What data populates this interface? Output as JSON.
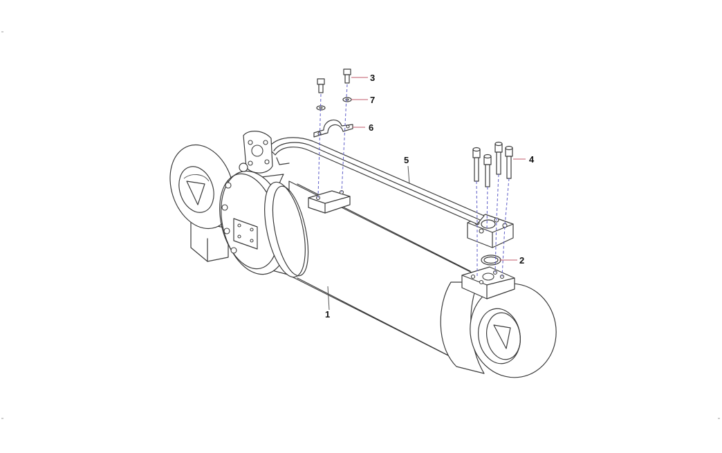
{
  "diagram": {
    "callouts": [
      {
        "id": "1",
        "label": "1"
      },
      {
        "id": "2",
        "label": "2"
      },
      {
        "id": "3",
        "label": "3"
      },
      {
        "id": "4",
        "label": "4"
      },
      {
        "id": "5",
        "label": "5"
      },
      {
        "id": "6",
        "label": "6"
      },
      {
        "id": "7",
        "label": "7"
      }
    ],
    "colors": {
      "line": "#3a3a3a",
      "alignment_dash": "#6a6acc",
      "leader": "#c25a6a"
    }
  }
}
